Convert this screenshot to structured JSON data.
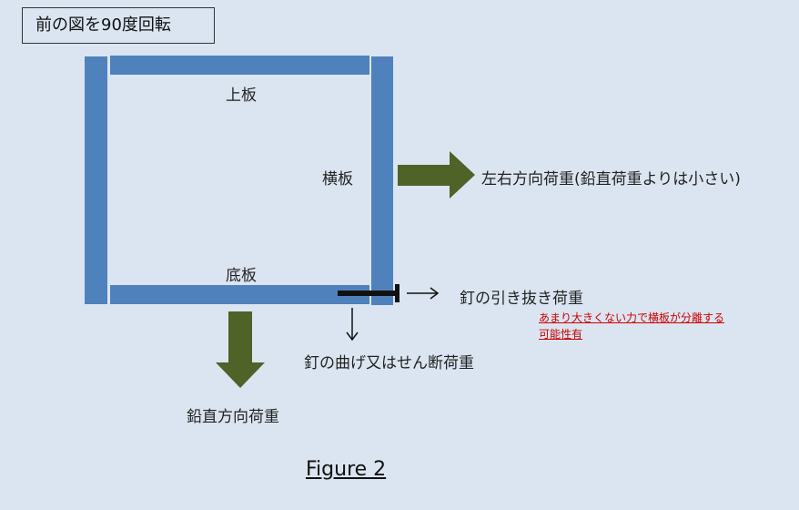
{
  "title": "前の図を90度回転",
  "labels": {
    "top_board": "上板",
    "side_board": "横板",
    "bottom_board": "底板"
  },
  "loads": {
    "lateral": "左右方向荷重(鉛直荷重よりは小さい)",
    "nail_pullout": "釘の引き抜き荷重",
    "nail_shear": "釘の曲げ又はせん断荷重",
    "vertical": "鉛直方向荷重"
  },
  "note": {
    "line1": "あまり大きくない力で横板が分離する",
    "line2": "可能性有"
  },
  "caption": "Figure 2",
  "colors": {
    "board": "#4f81bd",
    "big_arrow": "#4f6228",
    "note": "#cc0000",
    "background": "#dbe5f1"
  }
}
